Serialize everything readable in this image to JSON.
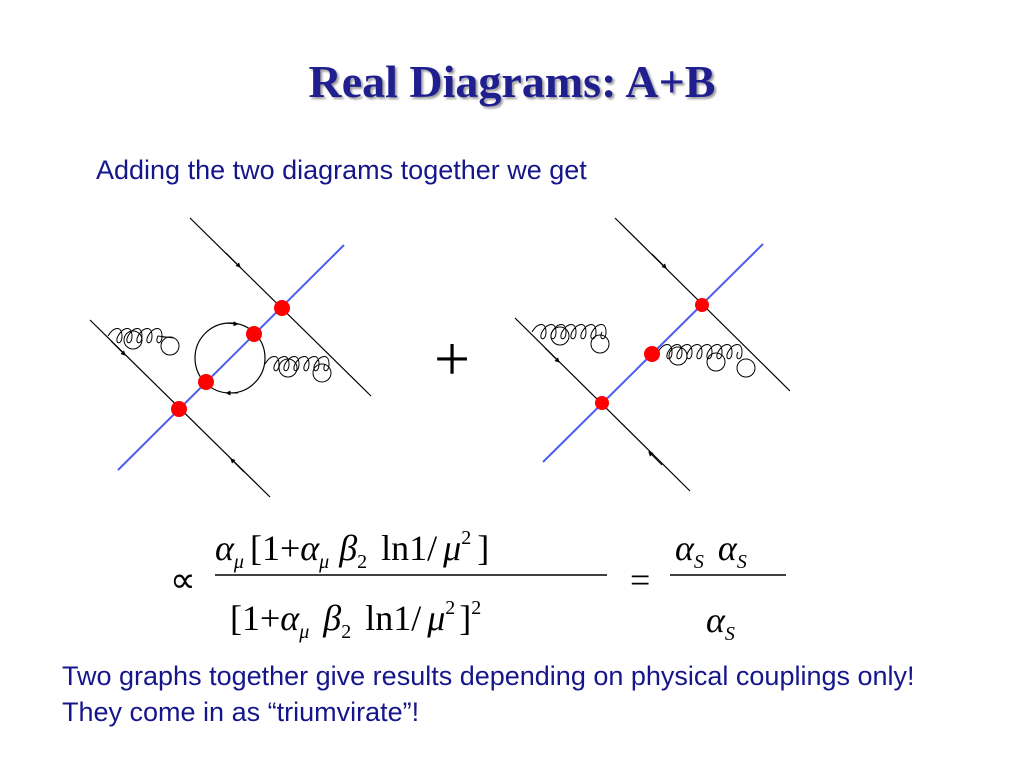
{
  "title": "Real Diagrams: A+B",
  "intro_text": "Adding the two diagrams together we get",
  "conclusion_text": "Two graphs together give results depending on physical couplings only! They come in as “triumvirate”!",
  "plus_sign": "+",
  "formula": {
    "proportional": "∝",
    "numerator": {
      "alpha": "α",
      "mu": "μ",
      "lbracket": "[1+",
      "beta": "β",
      "two": "2",
      "ln": "ln1/",
      "mu_var": "μ",
      "sq": "2",
      "rbracket": "]"
    },
    "denominator": {
      "lbracket": "[1+",
      "alpha": "α",
      "mu": "μ",
      "beta": "β",
      "two": "2",
      "ln": "ln1/",
      "mu_var": "μ",
      "sq": "2",
      "rbracket": "]",
      "outer_sq": "2"
    },
    "equals": "=",
    "rhs": {
      "alpha": "α",
      "S": "S"
    }
  },
  "colors": {
    "title": "#1f1f8f",
    "text": "#16168c",
    "vertex": "#ff0000",
    "cut_line": "#4d5df0"
  }
}
